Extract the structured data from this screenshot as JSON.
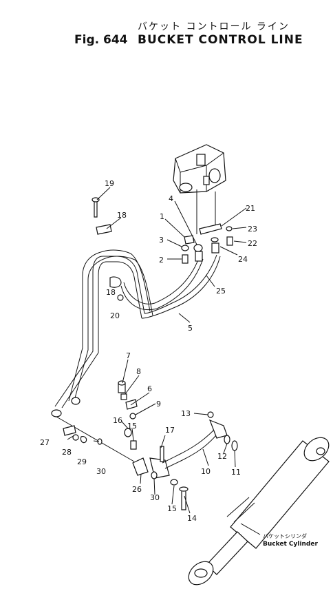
{
  "header": {
    "title_jp": "バケット コントロール ライン",
    "fig": "Fig. 644",
    "title": "BUCKET CONTROL LINE"
  },
  "labels": {
    "l1": "1",
    "l2": "2",
    "l3": "3",
    "l4": "4",
    "l5": "5",
    "l6": "6",
    "l7": "7",
    "l8": "8",
    "l9": "9",
    "l10": "10",
    "l11": "11",
    "l12": "12",
    "l13": "13",
    "l14": "14",
    "l15a": "15",
    "l15b": "15",
    "l16": "16",
    "l17": "17",
    "l18a": "18",
    "l18b": "18",
    "l19": "19",
    "l20": "20",
    "l21": "21",
    "l22": "22",
    "l23": "23",
    "l24": "24",
    "l25": "25",
    "l26": "26",
    "l27": "27",
    "l28": "28",
    "l29": "29",
    "l30a": "30",
    "l30b": "30"
  },
  "cylinder": {
    "name_jp": "バケットシリンダ",
    "name": "Bucket Cylinder"
  }
}
